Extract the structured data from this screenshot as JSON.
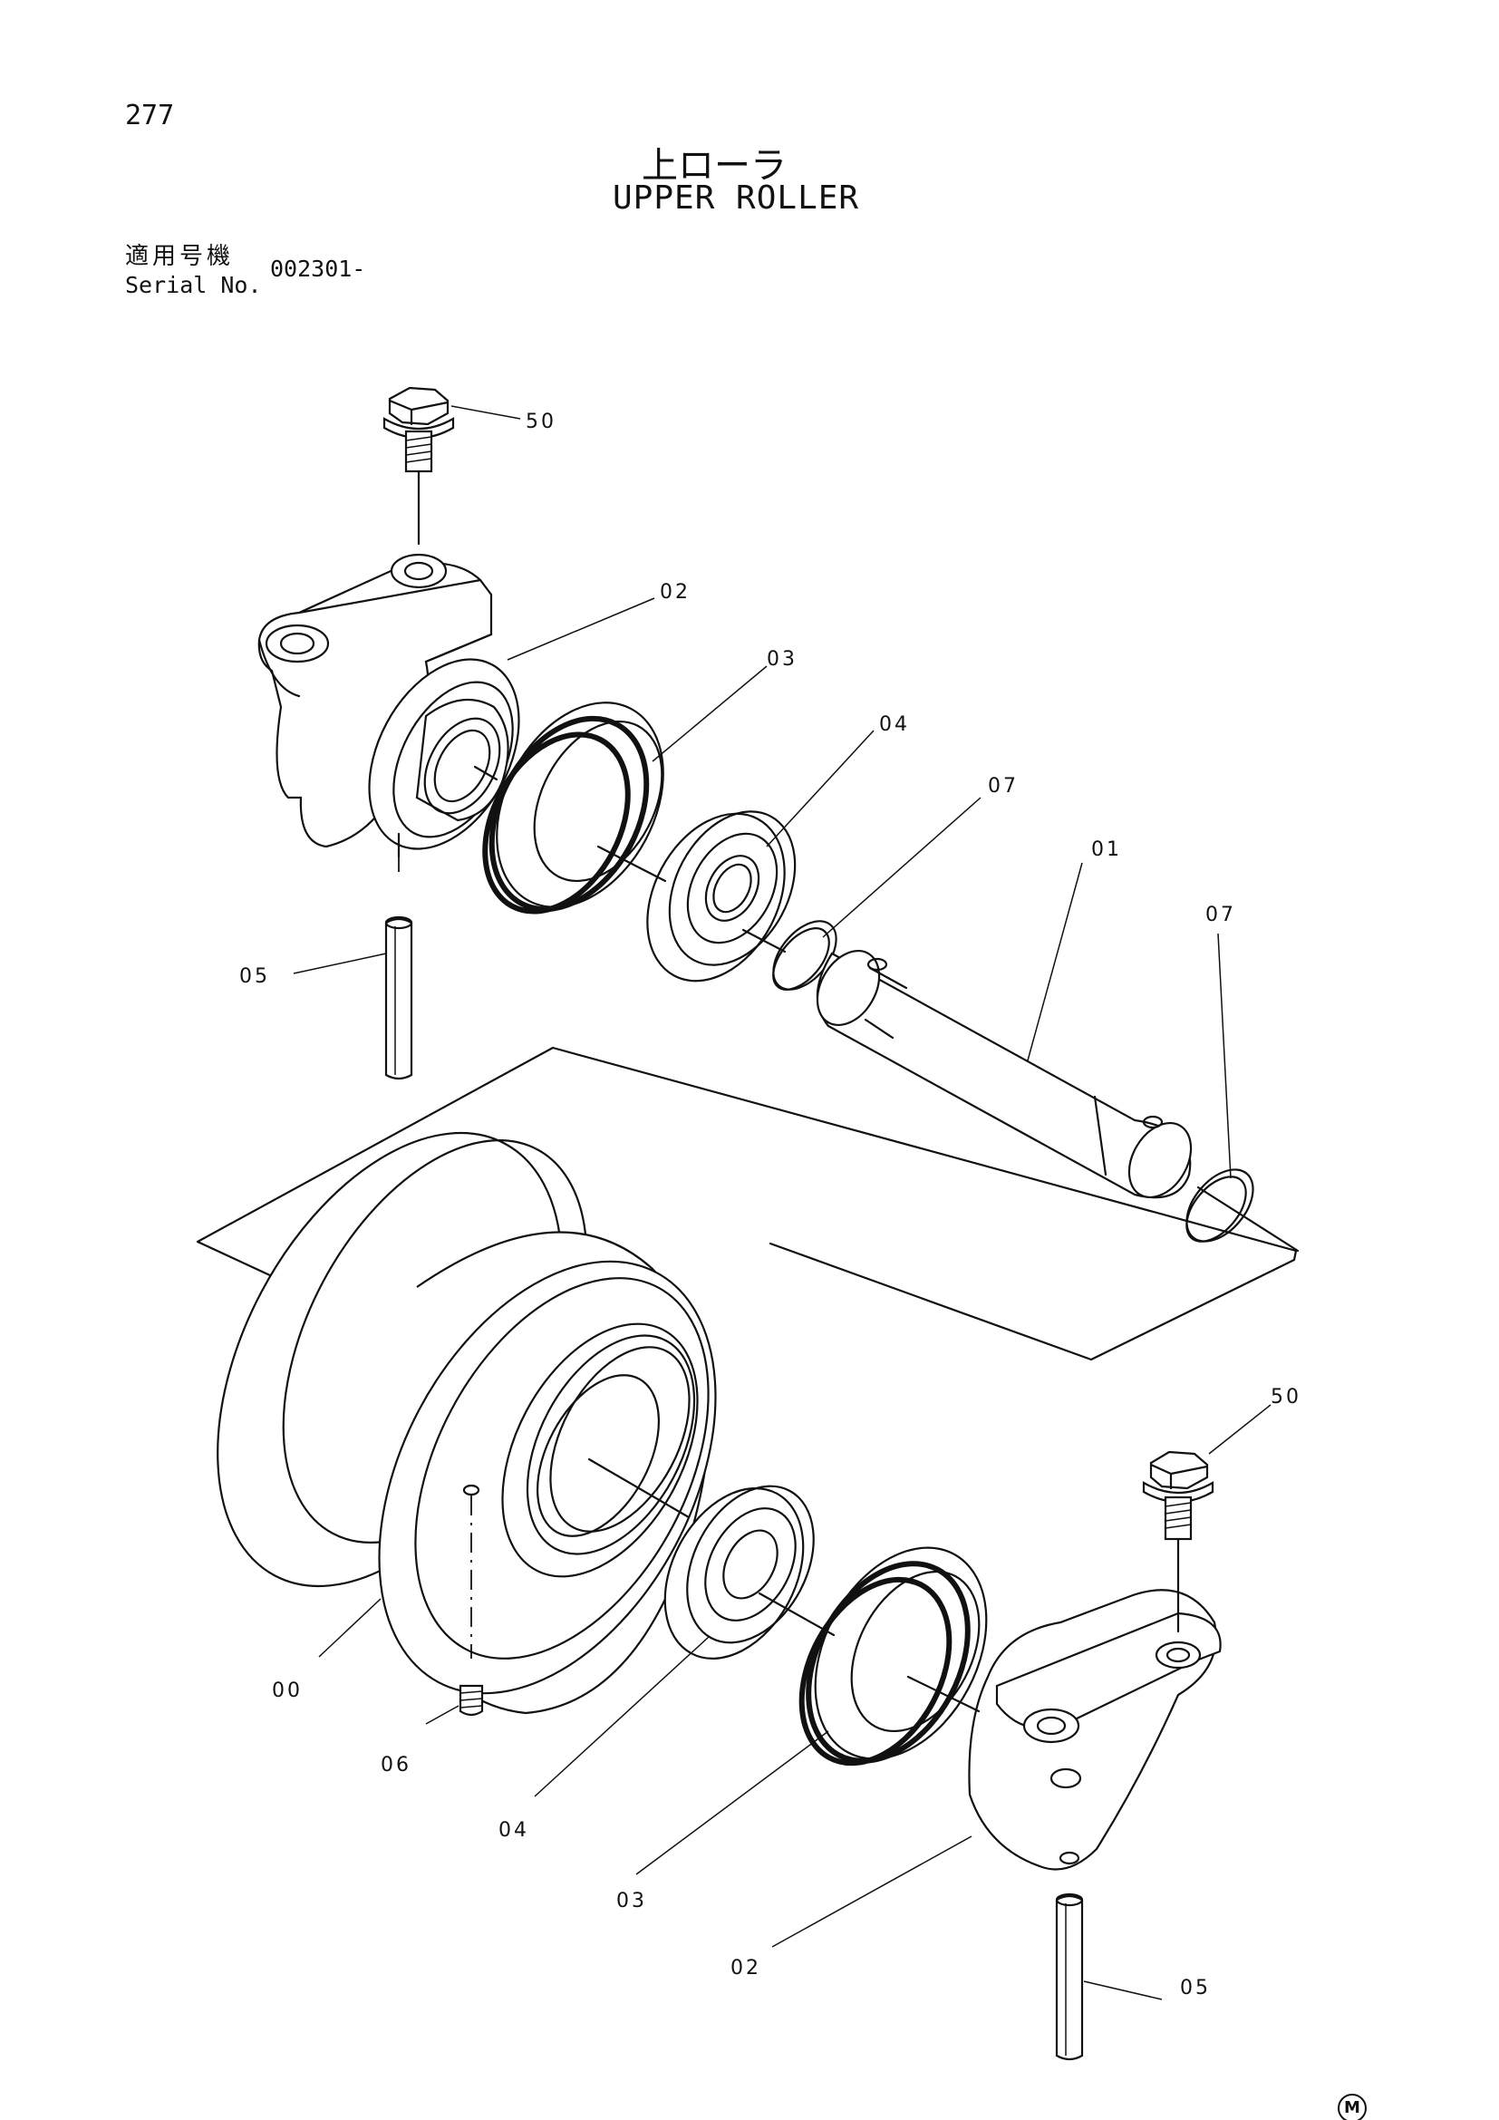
{
  "page": {
    "number": "277",
    "title_ja": "上ローラ",
    "title_en": "UPPER ROLLER",
    "serial_label_ja": "適用号機",
    "serial_label_en": "Serial No.",
    "serial_value": "002301-",
    "maker_mark": "M"
  },
  "callouts": {
    "bolt_top": "50",
    "bracket_top": "02",
    "seal_top": "03",
    "bearing_top": "04",
    "ring_top": "07",
    "shaft": "01",
    "ring_right": "07",
    "pin_top": "05",
    "bolt_bottom": "50",
    "roller": "00",
    "plug": "06",
    "bearing_bottom": "04",
    "seal_bottom": "03",
    "bracket_bottom": "02",
    "pin_bottom": "05"
  }
}
